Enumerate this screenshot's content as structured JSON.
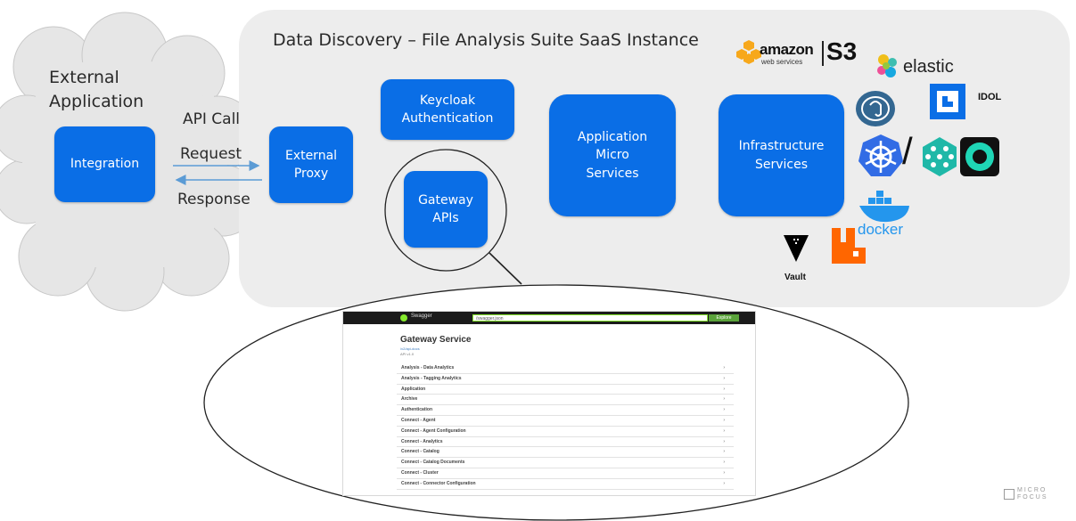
{
  "saas_title": "Data Discovery – File Analysis Suite SaaS Instance",
  "external": {
    "title": "External\nApplication",
    "integration": "Integration"
  },
  "arrows": {
    "api_call": "API Call",
    "request": "Request",
    "response": "Response"
  },
  "boxes": {
    "external_proxy": "External\nProxy",
    "keycloak": "Keycloak\nAuthentication",
    "gateway": "Gateway\nAPIs",
    "app_micro": "Application\nMicro\nServices",
    "infra": "Infrastructure\nServices"
  },
  "logos": {
    "amazon": "amazon",
    "amazon_sub": "web services",
    "s3": "S3",
    "elastic": "elastic",
    "idol": "IDOL",
    "docker": "docker",
    "vault": "Vault",
    "micro_focus": "MICRO\nFOCUS"
  },
  "icons": [
    "amazon-web-services-icon",
    "elastic-icon",
    "idol-icon",
    "postgresql-icon",
    "kubernetes-icon",
    "openshift-icon",
    "docker-icon",
    "vault-icon",
    "rabbitmq-icon"
  ],
  "colors": {
    "box_blue": "#0a6ee6",
    "panel_grey": "#ededed",
    "cloud_grey": "#e6e6e6",
    "arrow_blue": "#5b9bd5"
  },
  "swagger": {
    "brand": "Swagger",
    "search_value": "/swagger.json",
    "explore": "Explore",
    "title": "Gateway Service",
    "link": "/v2/api-docs",
    "version": "API v1.0",
    "sections": [
      "Analysis - Data Analytics",
      "Analysis - Tagging Analytics",
      "Application",
      "Archive",
      "Authentication",
      "Connect - Agent",
      "Connect - Agent Configuration",
      "Connect - Analytics",
      "Connect - Catalog",
      "Connect - Catalog Documents",
      "Connect - Cluster",
      "Connect - Connector Configuration"
    ]
  }
}
